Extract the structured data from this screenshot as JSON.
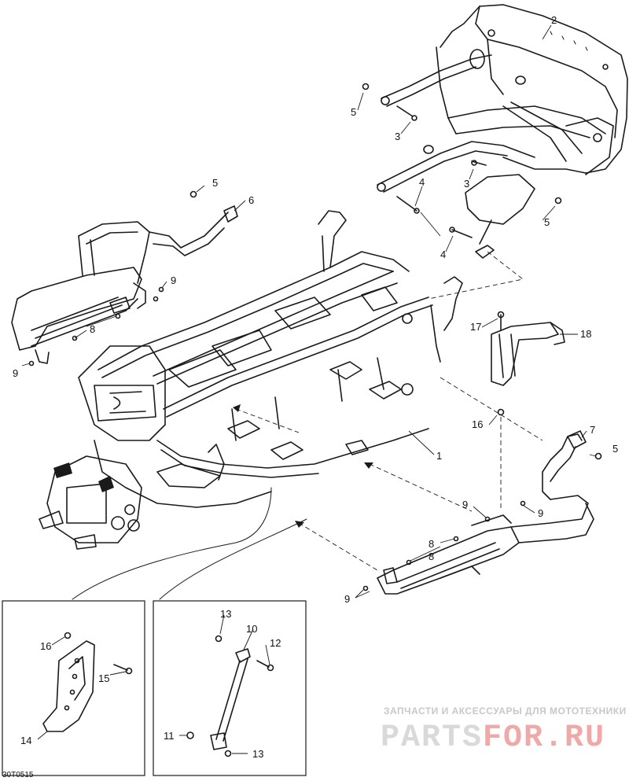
{
  "callouts": {
    "c1": "1",
    "c2": "2",
    "c3a": "3",
    "c3b": "3",
    "c4a": "4",
    "c4b": "4",
    "c5a": "5",
    "c5b": "5",
    "c5c": "5",
    "c5d": "5",
    "c6": "6",
    "c7": "7",
    "c8a": "8",
    "c8b": "8",
    "c8c": "8",
    "c9a": "9",
    "c9b": "9",
    "c9c": "9",
    "c9d": "9",
    "c9e": "9",
    "c10": "10",
    "c11": "11",
    "c12": "12",
    "c13a": "13",
    "c13b": "13",
    "c14": "14",
    "c15": "15",
    "c16a": "16",
    "c16b": "16",
    "c17": "17",
    "c18": "18"
  },
  "drawing_code": "30T0515",
  "watermark": {
    "tagline": "ЗАПЧАСТИ И АКСЕССУАРЫ ДЛЯ МОТОТЕХНИКИ",
    "logo_main": "PARTS",
    "logo_accent": "FOR.RU",
    "main_color": "#d9d9d9",
    "accent_color": "#f0a8a8"
  },
  "colors": {
    "ink": "#1a1a1a",
    "background": "#ffffff"
  }
}
